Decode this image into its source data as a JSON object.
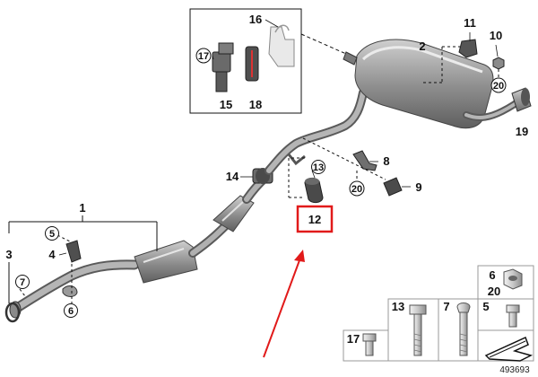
{
  "callouts": {
    "c1": "1",
    "c2": "2",
    "c3": "3",
    "c4": "4",
    "c5": "5",
    "c6": "6",
    "c7": "7",
    "c8": "8",
    "c9": "9",
    "c10": "10",
    "c11": "11",
    "c12": "12",
    "c13": "13",
    "c14": "14",
    "c15": "15",
    "c16": "16",
    "c17": "17",
    "c18": "18",
    "c19": "19",
    "c20a": "20",
    "c20b": "20"
  },
  "hardware_table": {
    "h6": "6",
    "h20": "20",
    "h13": "13",
    "h7": "7",
    "h5": "5",
    "h17": "17"
  },
  "doc_number": "493693",
  "highlight": {
    "part": "12",
    "color": "#e11a1a"
  }
}
